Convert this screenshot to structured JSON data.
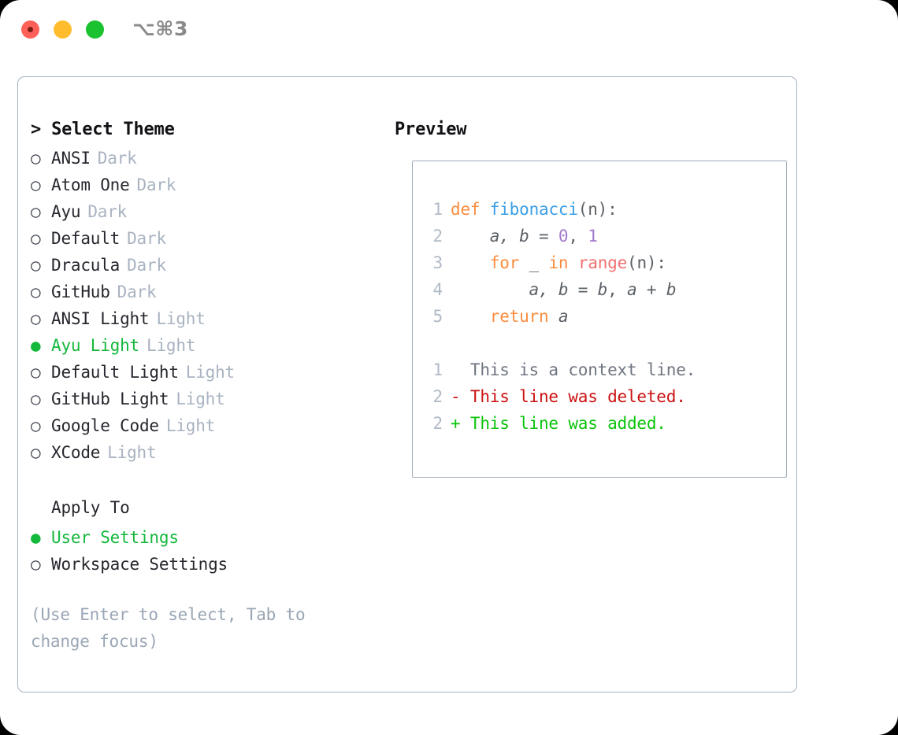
{
  "window": {
    "shortcut": "⌥⌘3",
    "traffic_lights": [
      "close-red",
      "minimize-yellow",
      "zoom-green"
    ]
  },
  "left": {
    "header": "> Select Theme",
    "themes": [
      {
        "marker": "○",
        "name": "ANSI",
        "kind": "Dark",
        "selected": false
      },
      {
        "marker": "○",
        "name": "Atom One",
        "kind": "Dark",
        "selected": false
      },
      {
        "marker": "○",
        "name": "Ayu",
        "kind": "Dark",
        "selected": false
      },
      {
        "marker": "○",
        "name": "Default",
        "kind": "Dark",
        "selected": false
      },
      {
        "marker": "○",
        "name": "Dracula",
        "kind": "Dark",
        "selected": false
      },
      {
        "marker": "○",
        "name": "GitHub",
        "kind": "Dark",
        "selected": false
      },
      {
        "marker": "○",
        "name": "ANSI Light",
        "kind": "Light",
        "selected": false
      },
      {
        "marker": "●",
        "name": "Ayu Light",
        "kind": "Light",
        "selected": true
      },
      {
        "marker": "○",
        "name": "Default Light",
        "kind": "Light",
        "selected": false
      },
      {
        "marker": "○",
        "name": "GitHub Light",
        "kind": "Light",
        "selected": false
      },
      {
        "marker": "○",
        "name": "Google Code",
        "kind": "Light",
        "selected": false
      },
      {
        "marker": "○",
        "name": "XCode",
        "kind": "Light",
        "selected": false
      }
    ],
    "apply_to": {
      "title": "Apply To",
      "options": [
        {
          "marker": "●",
          "name": "User Settings",
          "selected": true
        },
        {
          "marker": "○",
          "name": "Workspace Settings",
          "selected": false
        }
      ]
    },
    "hint": "(Use Enter to select, Tab to change focus)"
  },
  "right": {
    "header": "Preview",
    "code": [
      {
        "ln": "1",
        "tokens": [
          {
            "t": "def",
            "c": "kw"
          },
          {
            "t": " ",
            "c": "punc"
          },
          {
            "t": "fibonacci",
            "c": "fn"
          },
          {
            "t": "(n):",
            "c": "punc"
          }
        ]
      },
      {
        "ln": "2",
        "tokens": [
          {
            "t": "    ",
            "c": "punc"
          },
          {
            "t": "a, b",
            "c": "var"
          },
          {
            "t": " = ",
            "c": "punc"
          },
          {
            "t": "0",
            "c": "num"
          },
          {
            "t": ", ",
            "c": "punc"
          },
          {
            "t": "1",
            "c": "num"
          }
        ]
      },
      {
        "ln": "3",
        "tokens": [
          {
            "t": "    ",
            "c": "punc"
          },
          {
            "t": "for",
            "c": "kw"
          },
          {
            "t": " ",
            "c": "punc"
          },
          {
            "t": "_",
            "c": "var"
          },
          {
            "t": " ",
            "c": "punc"
          },
          {
            "t": "in",
            "c": "kw"
          },
          {
            "t": " ",
            "c": "punc"
          },
          {
            "t": "range",
            "c": "call"
          },
          {
            "t": "(n):",
            "c": "punc"
          }
        ]
      },
      {
        "ln": "4",
        "tokens": [
          {
            "t": "        ",
            "c": "punc"
          },
          {
            "t": "a, b",
            "c": "var"
          },
          {
            "t": " = ",
            "c": "punc"
          },
          {
            "t": "b",
            "c": "var"
          },
          {
            "t": ", ",
            "c": "punc"
          },
          {
            "t": "a",
            "c": "var"
          },
          {
            "t": " + ",
            "c": "punc"
          },
          {
            "t": "b",
            "c": "var"
          }
        ]
      },
      {
        "ln": "5",
        "tokens": [
          {
            "t": "    ",
            "c": "punc"
          },
          {
            "t": "return",
            "c": "kw"
          },
          {
            "t": " ",
            "c": "punc"
          },
          {
            "t": "a",
            "c": "var"
          }
        ]
      }
    ],
    "diff": [
      {
        "ln": "1",
        "sign": "  ",
        "text": "This is a context line.",
        "kind": "ctx"
      },
      {
        "ln": "2",
        "sign": "- ",
        "text": "This line was deleted.",
        "kind": "del"
      },
      {
        "ln": "2",
        "sign": "+ ",
        "text": "This line was added.",
        "kind": "add"
      }
    ]
  },
  "colors": {
    "accent_green": "#14b83c",
    "border": "#a6b2c0",
    "muted": "#a9b3c1",
    "keyword": "#fa8d3e",
    "function": "#399ee6",
    "call": "#f07171",
    "number": "#a37acc",
    "diff_delete": "#cc1111",
    "diff_add": "#0bc40b"
  }
}
